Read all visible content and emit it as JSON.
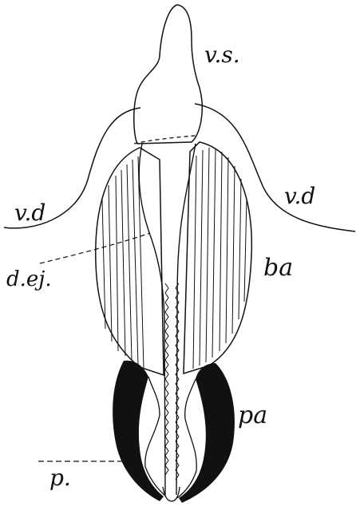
{
  "labels": {
    "vesicula": "v.s.",
    "vas_left": "v.d",
    "vas_right": "v.d",
    "duct": "d.ej.",
    "basal": "ba",
    "paramere": "pa",
    "penis": "p."
  },
  "colors": {
    "ink": "#111111",
    "paper": "#ffffff"
  }
}
